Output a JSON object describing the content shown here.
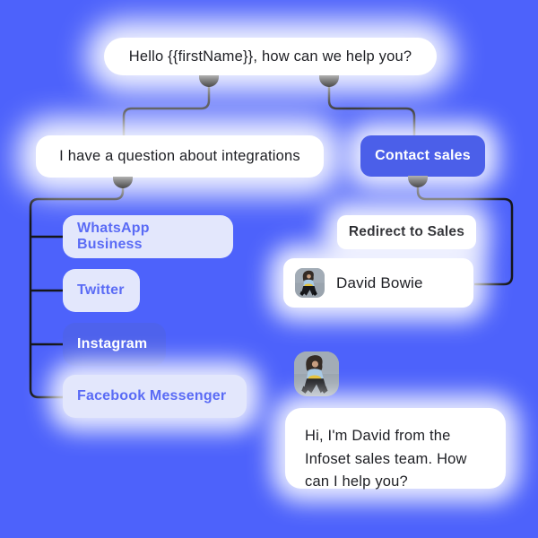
{
  "palette": {
    "background": "#4D62FB",
    "node_white": "#FFFFFF",
    "node_light_lavender": "#E3E7FC",
    "node_blue": "#4B5FE9",
    "channel_text_blue": "#5A6BF5",
    "dark_text": "#1D1E23",
    "connector_line": "#15161A"
  },
  "flow": {
    "greeting": {
      "text": "Hello {{firstName}}, how can we help you?"
    },
    "question_branch": {
      "label": "I have a question about integrations"
    },
    "sales_branch": {
      "label": "Contact sales"
    },
    "channels": [
      {
        "label": "WhatsApp Business"
      },
      {
        "label": "Twitter"
      },
      {
        "label": "Instagram"
      },
      {
        "label": "Facebook Messenger"
      }
    ],
    "redirect": {
      "label": "Redirect to Sales"
    },
    "agent": {
      "name": "David Bowie"
    },
    "chat_message": {
      "text": "Hi, I'm David from the Infoset sales team. How can I help you?"
    }
  }
}
